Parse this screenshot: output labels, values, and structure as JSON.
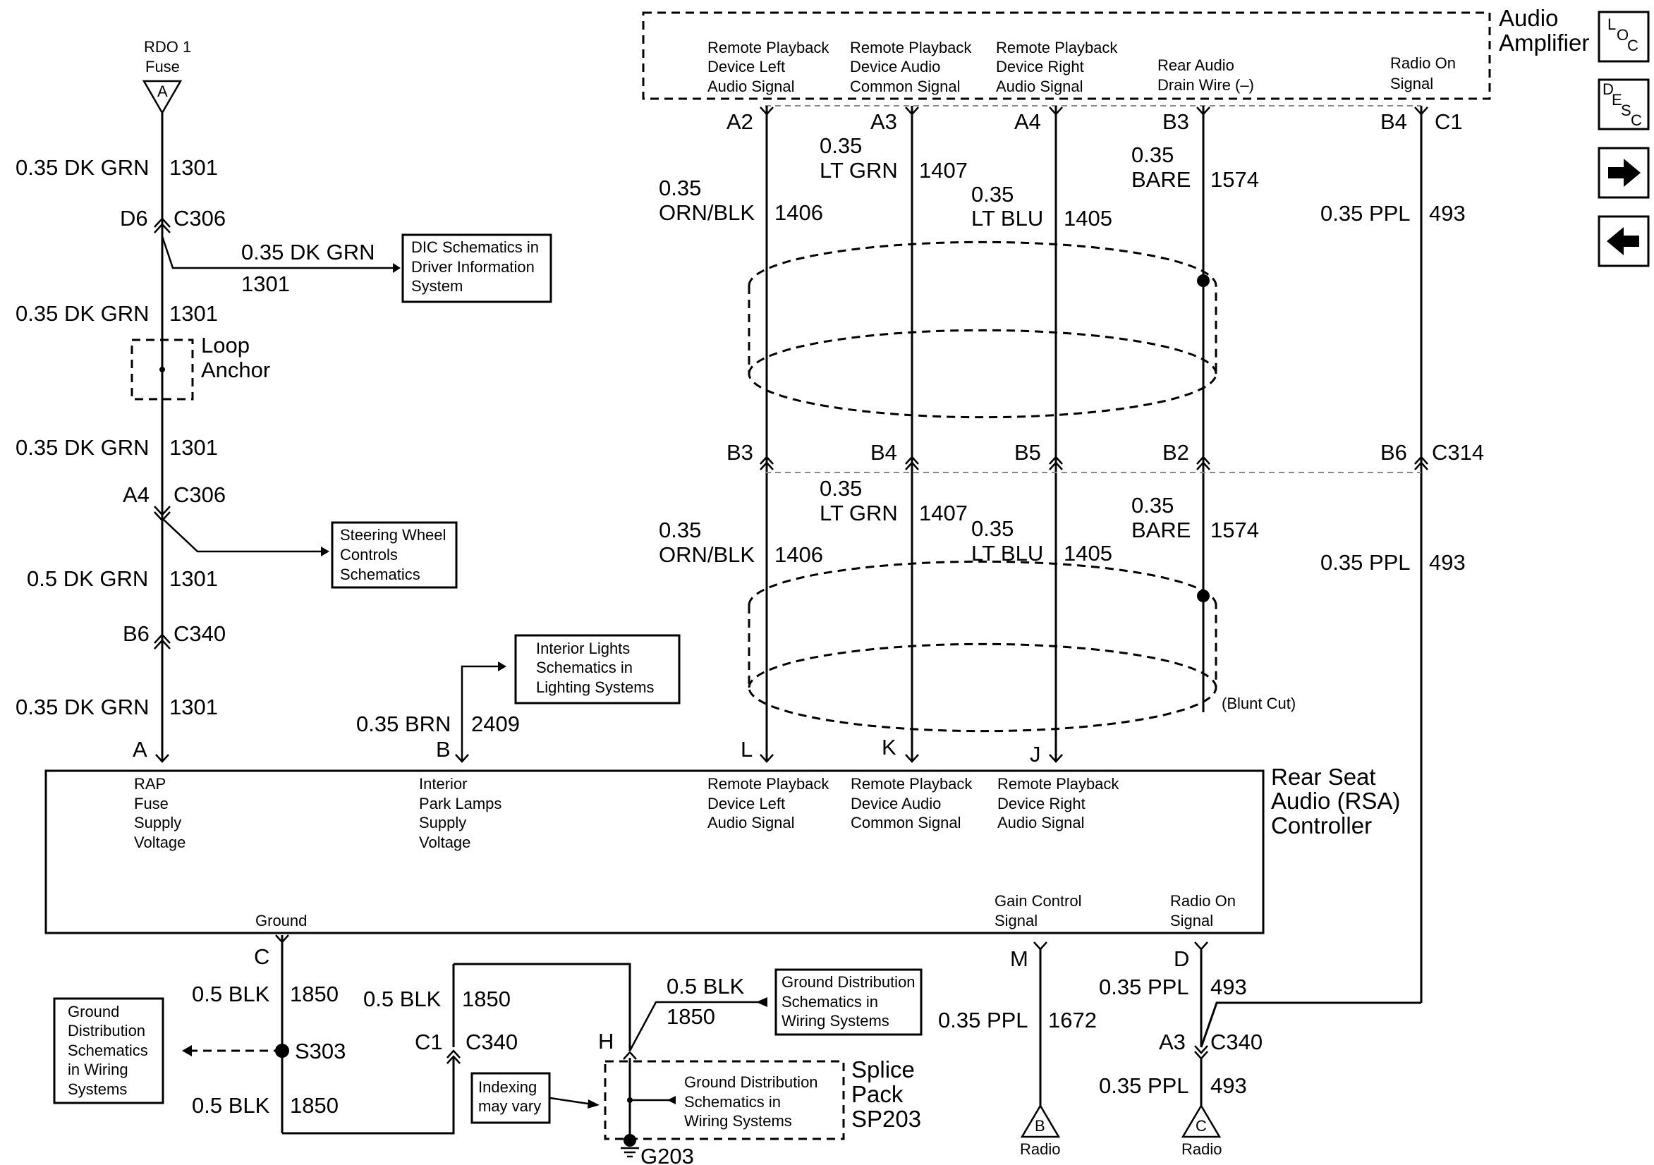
{
  "nav": {
    "loc": {
      "l": "L",
      "o": "O",
      "c": "C"
    },
    "desc": {
      "d": "D",
      "e": "E",
      "s": "S",
      "c": "C"
    }
  },
  "amp": {
    "title1": "Audio",
    "title2": "Amplifier",
    "p1": [
      "Remote Playback",
      "Device Left",
      "Audio Signal"
    ],
    "p2": [
      "Remote Playback",
      "Device Audio",
      "Common Signal"
    ],
    "p3": [
      "Remote Playback",
      "Device Right",
      "Audio Signal"
    ],
    "p4": [
      "Rear Audio",
      "Drain Wire (–)"
    ],
    "p5": [
      "Radio On",
      "Signal"
    ],
    "pins": {
      "a2": "A2",
      "a3": "A3",
      "a4": "A4",
      "b3": "B3",
      "b4": "B4",
      "c1": "C1"
    }
  },
  "fuse": {
    "l1": "RDO 1",
    "l2": "Fuse",
    "tri": "A"
  },
  "left": {
    "w1": "0.35 DK GRN",
    "n1": "1301",
    "c306a_pin": "D6",
    "c306a": "C306",
    "br_wire": "0.35 DK GRN",
    "br_num": "1301",
    "dic": [
      "DIC Schematics in",
      "Driver Information",
      "System"
    ],
    "w2": "0.35 DK GRN",
    "n2": "1301",
    "loop1": "Loop",
    "loop2": "Anchor",
    "w3": "0.35 DK GRN",
    "n3": "1301",
    "c306b_pin": "A4",
    "c306b": "C306",
    "swc": [
      "Steering Wheel",
      "Controls",
      "Schematics"
    ],
    "w4": "0.5 DK GRN",
    "n4": "1301",
    "c340_pin": "B6",
    "c340": "C340",
    "w5": "0.35 DK GRN",
    "n5": "1301"
  },
  "interior": {
    "box": [
      "Interior Lights",
      "Schematics in",
      "Lighting Systems"
    ],
    "wire": "0.35 BRN",
    "num": "2409"
  },
  "cable": {
    "top": {
      "w1a": "0.35",
      "w1b": "ORN/BLK",
      "n1": "1406",
      "w2a": "0.35",
      "w2b": "LT GRN",
      "n2": "1407",
      "w3a": "0.35",
      "w3b": "LT BLU",
      "n3": "1405",
      "w4a": "0.35",
      "w4b": "BARE",
      "n4": "1574",
      "w5": "0.35 PPL",
      "n5": "493"
    },
    "c314": {
      "p1": "B3",
      "p2": "B4",
      "p3": "B5",
      "p4": "B2",
      "p5": "B6",
      "name": "C314"
    },
    "bot": {
      "w1a": "0.35",
      "w1b": "ORN/BLK",
      "n1": "1406",
      "w2a": "0.35",
      "w2b": "LT GRN",
      "n2": "1407",
      "w3a": "0.35",
      "w3b": "LT BLU",
      "n3": "1405",
      "w4a": "0.35",
      "w4b": "BARE",
      "n4": "1574",
      "w5": "0.35 PPL",
      "n5": "493"
    },
    "blunt": "(Blunt Cut)"
  },
  "rsa": {
    "pins": {
      "a": "A",
      "b": "B",
      "l": "L",
      "k": "K",
      "j": "J",
      "c": "C",
      "m": "M",
      "d": "D"
    },
    "rap": [
      "RAP",
      "Fuse",
      "Supply",
      "Voltage"
    ],
    "intpark": [
      "Interior",
      "Park Lamps",
      "Supply",
      "Voltage"
    ],
    "p1": [
      "Remote Playback",
      "Device Left",
      "Audio Signal"
    ],
    "p2": [
      "Remote Playback",
      "Device Audio",
      "Common Signal"
    ],
    "p3": [
      "Remote Playback",
      "Device Right",
      "Audio Signal"
    ],
    "title": [
      "Rear Seat",
      "Audio (RSA)",
      "Controller"
    ],
    "ground": "Ground",
    "gain": [
      "Gain Control",
      "Signal"
    ],
    "radioon": [
      "Radio On",
      "Signal"
    ]
  },
  "ground": {
    "w1": "0.5 BLK",
    "n1": "1850",
    "s303": "S303",
    "gd_left": [
      "Ground",
      "Distribution",
      "Schematics",
      "in Wiring",
      "Systems"
    ],
    "w2": "0.5 BLK",
    "n2": "1850",
    "w3": "0.5 BLK",
    "n3": "1850",
    "c1_pin": "C1",
    "c340": "C340",
    "w4": "0.5 BLK",
    "n4": "1850",
    "gd_right": [
      "Ground Distribution",
      "Schematics in",
      "Wiring Systems"
    ],
    "h": "H",
    "indexing": [
      "Indexing",
      "may vary"
    ],
    "gd_inner": [
      "Ground Distribution",
      "Schematics in",
      "Wiring Systems"
    ],
    "splice": [
      "Splice",
      "Pack",
      "SP203"
    ],
    "g203": "G203"
  },
  "gain": {
    "wire": "0.35 PPL",
    "num": "1672",
    "tri": "B",
    "label": "Radio"
  },
  "radio": {
    "w1": "0.35 PPL",
    "n1": "493",
    "a3": "A3",
    "c340": "C340",
    "w2": "0.35 PPL",
    "n2": "493",
    "tri": "C",
    "label": "Radio"
  }
}
